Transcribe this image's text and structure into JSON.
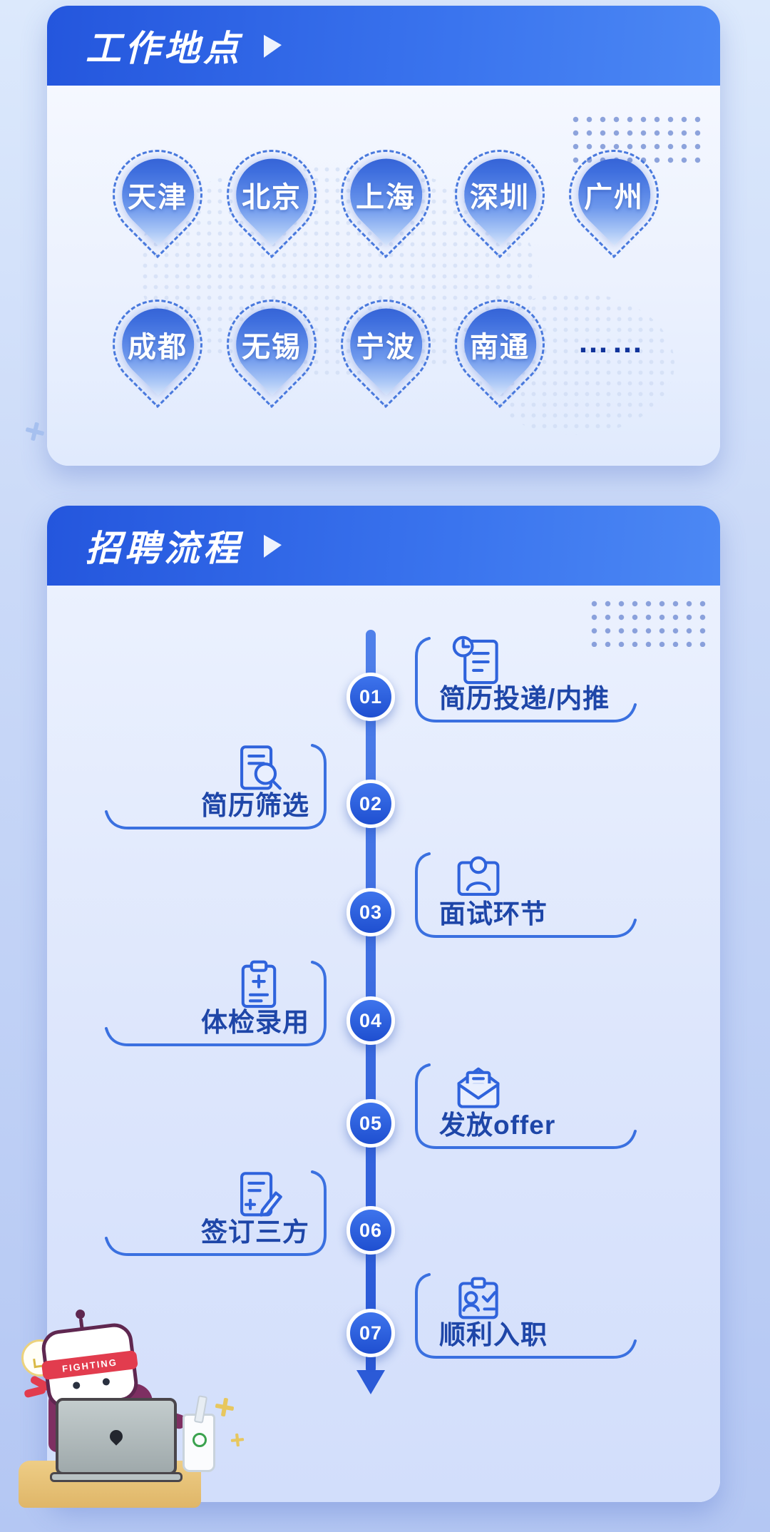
{
  "locations_card": {
    "title": "工作地点",
    "pins": [
      "天津",
      "北京",
      "上海",
      "深圳",
      "广州",
      "成都",
      "无锡",
      "宁波",
      "南通"
    ],
    "more_label": "……"
  },
  "process_card": {
    "title": "招聘流程",
    "steps": [
      {
        "num": "01",
        "label": "简历投递/内推",
        "icon": "resume-submit-icon",
        "side": "right"
      },
      {
        "num": "02",
        "label": "简历筛选",
        "icon": "resume-screening-icon",
        "side": "left"
      },
      {
        "num": "03",
        "label": "面试环节",
        "icon": "interview-icon",
        "side": "right"
      },
      {
        "num": "04",
        "label": "体检录用",
        "icon": "medical-check-icon",
        "side": "left"
      },
      {
        "num": "05",
        "label": "发放offer",
        "icon": "offer-mail-icon",
        "side": "right"
      },
      {
        "num": "06",
        "label": "签订三方",
        "icon": "sign-contract-icon",
        "side": "left"
      },
      {
        "num": "07",
        "label": "顺利入职",
        "icon": "onboard-badge-icon",
        "side": "right"
      }
    ]
  },
  "mascot": {
    "headband_text": "FIGHTING"
  },
  "icons": {
    "header_arrow": "play-triangle-icon",
    "decorations": [
      "halftone-dots",
      "world-map-dots",
      "sparkle-cross",
      "lightbulb-doodle",
      "recycle-ring"
    ]
  },
  "colors": {
    "page_bg_top": "#dbe8fc",
    "page_bg_bottom": "#b3c6f3",
    "header_blue_start": "#2456dd",
    "header_blue_end": "#4c88f4",
    "accent_blue": "#2f63dc",
    "label_blue": "#1e46a8",
    "pin_gradient_dark": "#2b58cf",
    "pin_gradient_light": "#d6e4fb",
    "badge_blue": "#1f4fd0",
    "timeline_blue": "#2b5ad7",
    "mascot_plum": "#7e2f62",
    "headband_red": "#e23c4e",
    "desk_tan": "#eac87e"
  }
}
